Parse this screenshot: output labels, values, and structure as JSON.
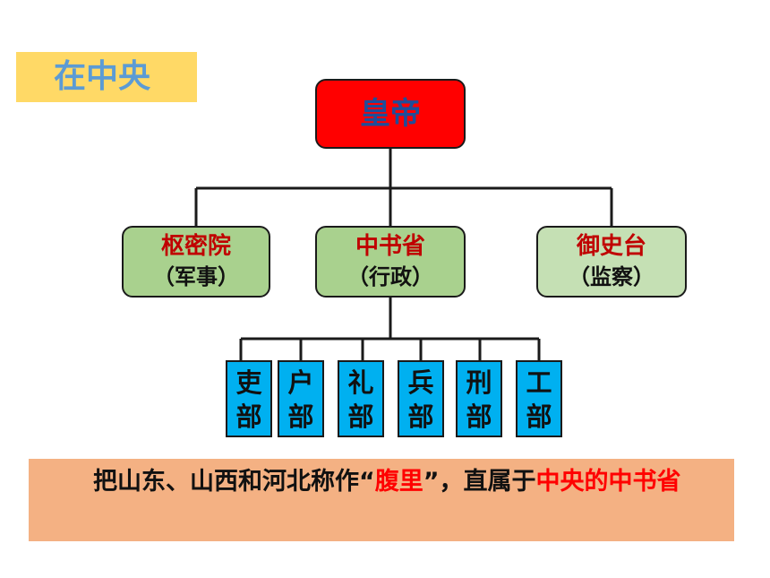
{
  "tag": "在中央",
  "emperor": "皇帝",
  "offices": [
    {
      "name": "枢密院",
      "role": "（军事）"
    },
    {
      "name": "中书省",
      "role": "（行政）"
    },
    {
      "name": "御史台",
      "role": "（监察）"
    }
  ],
  "departments": [
    {
      "top": "吏",
      "bottom": "部"
    },
    {
      "top": "户",
      "bottom": "部"
    },
    {
      "top": "礼",
      "bottom": "部"
    },
    {
      "top": "兵",
      "bottom": "部"
    },
    {
      "top": "刑",
      "bottom": "部"
    },
    {
      "top": "工",
      "bottom": "部"
    }
  ],
  "note": {
    "part1": "把山东、山西和河北称作“",
    "highlight1": "腹里",
    "part2": "”，直属于",
    "highlight2": "中央的中书省"
  },
  "colors": {
    "emperor_fill": "#ff0000",
    "office_fill": "#a9d18e",
    "dept_fill": "#00b0f0",
    "note_fill": "#f4b183",
    "tag_fill": "#ffd966"
  }
}
